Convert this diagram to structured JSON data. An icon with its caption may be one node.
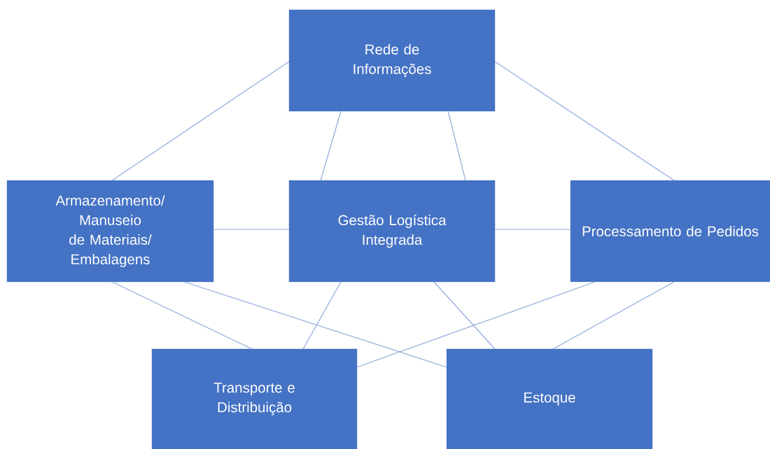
{
  "diagram": {
    "nodes": [
      {
        "text": [
          "Rede de Informações"
        ]
      },
      {
        "text": [
          "Armazenamento/ Manuseio de Materiais/ Embalagens"
        ]
      },
      {
        "text": [
          "Gestão Logística Integrada"
        ]
      },
      {
        "text": [
          "Processamento de Pedidos"
        ]
      },
      {
        "text": [
          "Transporte e Distribuição"
        ]
      },
      {
        "text": [
          "Estoque"
        ]
      }
    ],
    "edges": [
      {
        "from": 0,
        "to": 1,
        "arrow": "none"
      },
      {
        "from": 0,
        "to": 2,
        "arrow": "none"
      },
      {
        "from": 0,
        "to": 2,
        "arrow": "none"
      },
      {
        "from": 0,
        "to": 3,
        "arrow": "none"
      },
      {
        "from": 1,
        "to": 2,
        "arrow": "none"
      },
      {
        "from": 2,
        "to": 3,
        "arrow": "none"
      },
      {
        "from": 1,
        "to": 4,
        "arrow": "none"
      },
      {
        "from": 1,
        "to": 5,
        "arrow": "none"
      },
      {
        "from": 2,
        "to": 4,
        "arrow": "none"
      },
      {
        "from": 2,
        "to": 5,
        "arrow": "none"
      },
      {
        "from": 3,
        "to": 4,
        "arrow": "none"
      },
      {
        "from": 3,
        "to": 5,
        "arrow": "none"
      }
    ]
  }
}
